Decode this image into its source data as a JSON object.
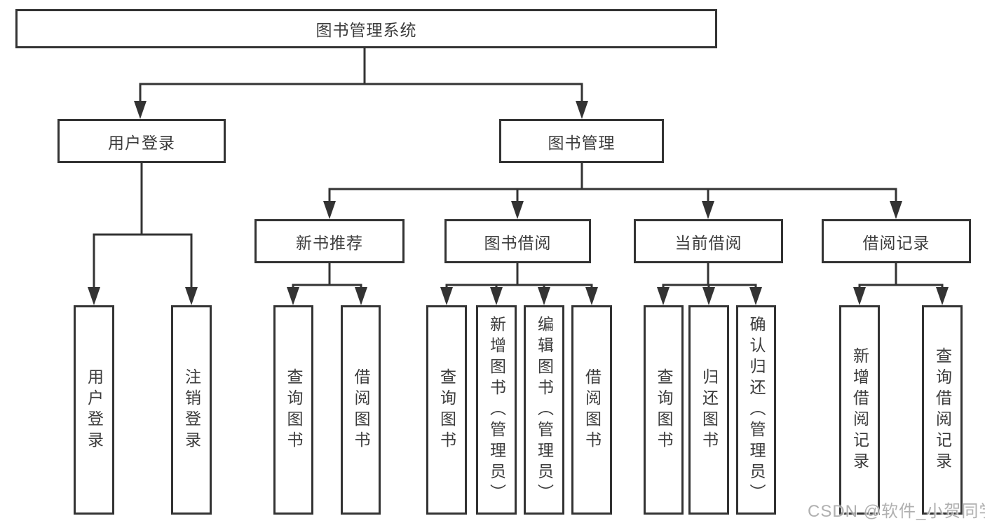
{
  "tree": {
    "root": "图书管理系统",
    "branches": [
      {
        "label": "用户登录",
        "leaves": [
          "用户登录",
          "注销登录"
        ]
      },
      {
        "label": "图书管理",
        "groups": [
          {
            "label": "新书推荐",
            "leaves": [
              "查询图书",
              "借阅图书"
            ]
          },
          {
            "label": "图书借阅",
            "leaves": [
              "查询图书",
              "新增图书（管理员）",
              "编辑图书（管理员）",
              "借阅图书"
            ]
          },
          {
            "label": "当前借阅",
            "leaves": [
              "查询图书",
              "归还图书",
              "确认归还（管理员）"
            ]
          },
          {
            "label": "借阅记录",
            "leaves": [
              "新增借阅记录",
              "查询借阅记录"
            ]
          }
        ]
      }
    ]
  },
  "watermark": {
    "text": "CSDN @软件_小贺同学"
  },
  "colors": {
    "line": "#333333",
    "text": "#3c3c3c",
    "background": "#ffffff",
    "watermark": "#a8a8a8"
  }
}
